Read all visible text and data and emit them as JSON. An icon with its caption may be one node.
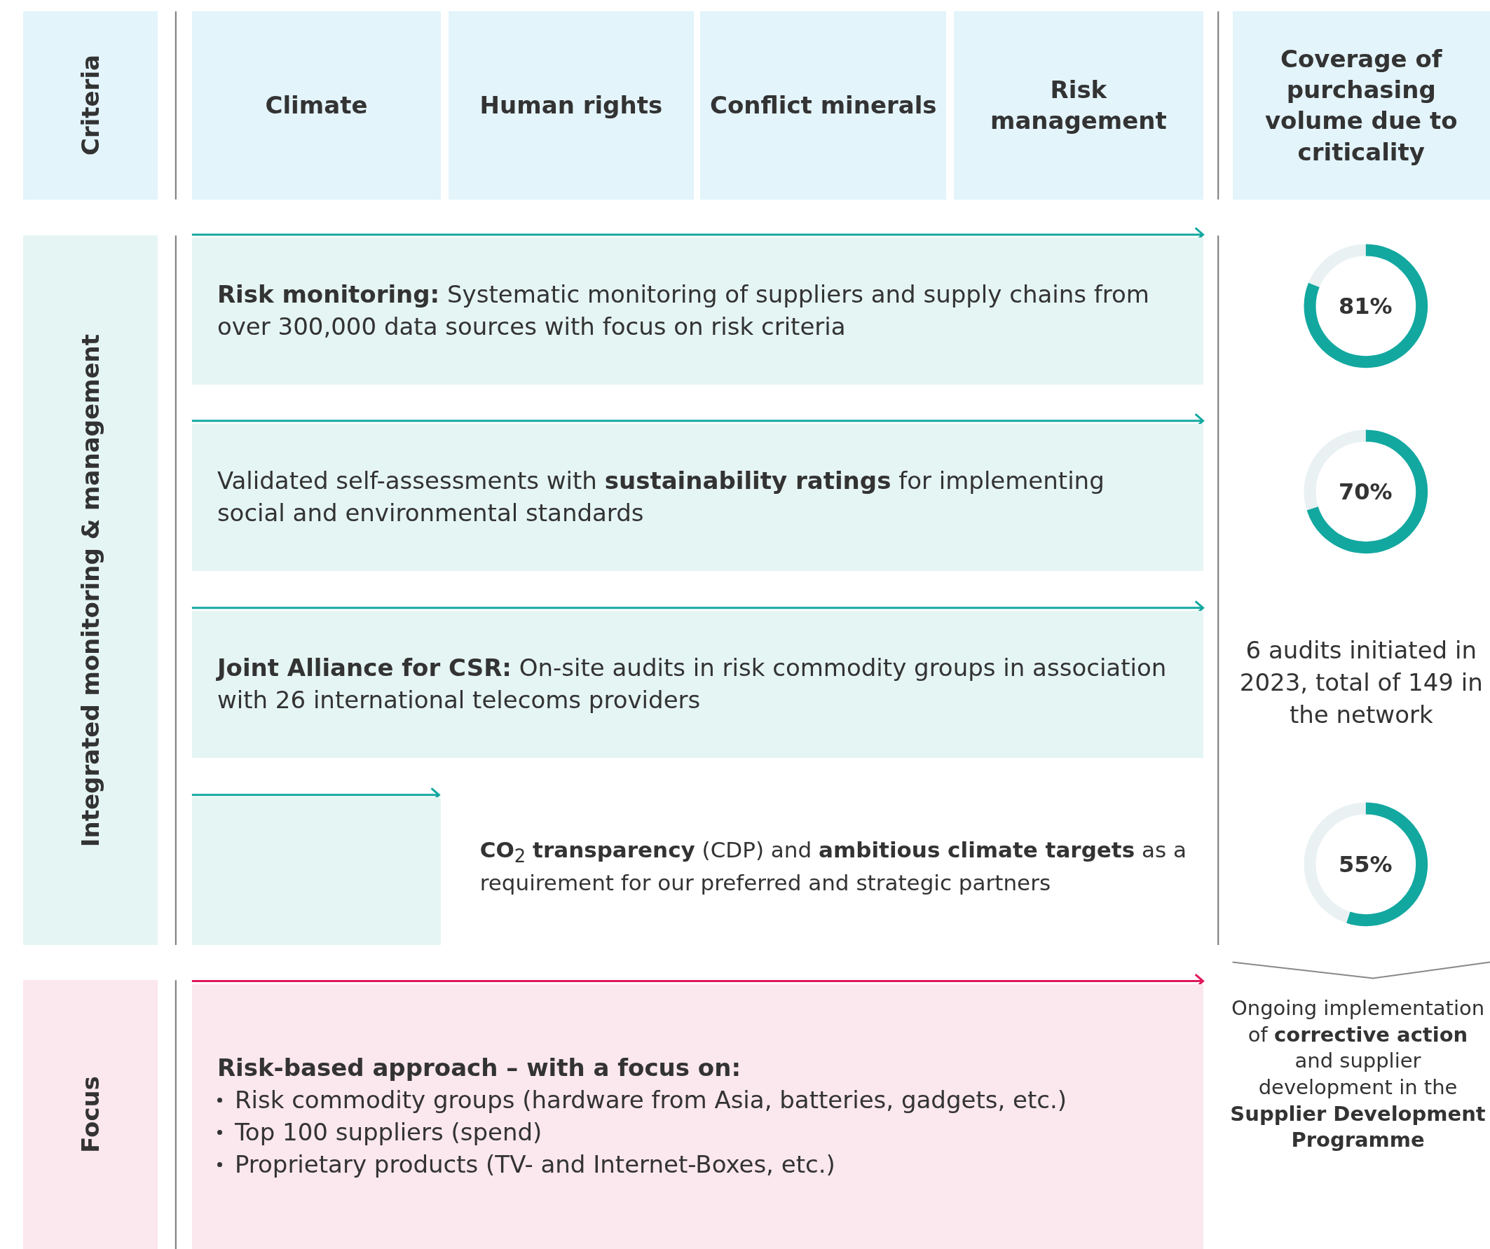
{
  "diagram": {
    "nodes": [
      {
        "text": [
          "Criteria"
        ]
      },
      {
        "text": [
          "Climate"
        ]
      },
      {
        "text": [
          "Human rights"
        ]
      },
      {
        "text": [
          "Conflict minerals"
        ]
      },
      {
        "text": [
          "Risk management"
        ]
      },
      {
        "text": [
          "Coverage of purchasing volume due to criticality"
        ]
      },
      {
        "text": [
          "Integrated monitoring & management"
        ]
      },
      {
        "text": [
          "**Risk monitoring:** Systematic monitoring of suppliers and supply chains from over 300,000 data sources with focus on risk criteria"
        ]
      },
      {
        "text": [
          "Validated self-assessments with **sustainability ratings** for implementing social and environmental standards"
        ]
      },
      {
        "text": [
          "**Joint Alliance for CSR:** On-site audits in risk commodity groups in association with 26 international telecoms providers"
        ]
      },
      {
        "text": [],
        "shape": "box",
        "beside": [
          "**CO**$_{2}$ **transparency** (CDP) and **ambitious climate targets** as a requirement for our preferred and strategic partners"
        ]
      },
      {
        "text": [
          "81%"
        ]
      },
      {
        "text": [
          "70%"
        ]
      },
      {
        "text": [
          "55%"
        ]
      },
      {
        "text": [
          "Focus"
        ]
      },
      {
        "text": [
          "Risk-based approach – with a focus on:",
          "Risk commodity groups (hardware from Asia, batteries, gadgets, etc.)",
          "Top 100 suppliers (spend)",
          "Proprietary products (TV- and Internet-Boxes, etc.)"
        ]
      }
    ],
    "edges": [],
    "labels": [
      "6 audits initiated in 2023, total of 149 in the network",
      "Ongoing implementation of **corrective action** and supplier development in the **Supplier Development Programme**"
    ]
  }
}
